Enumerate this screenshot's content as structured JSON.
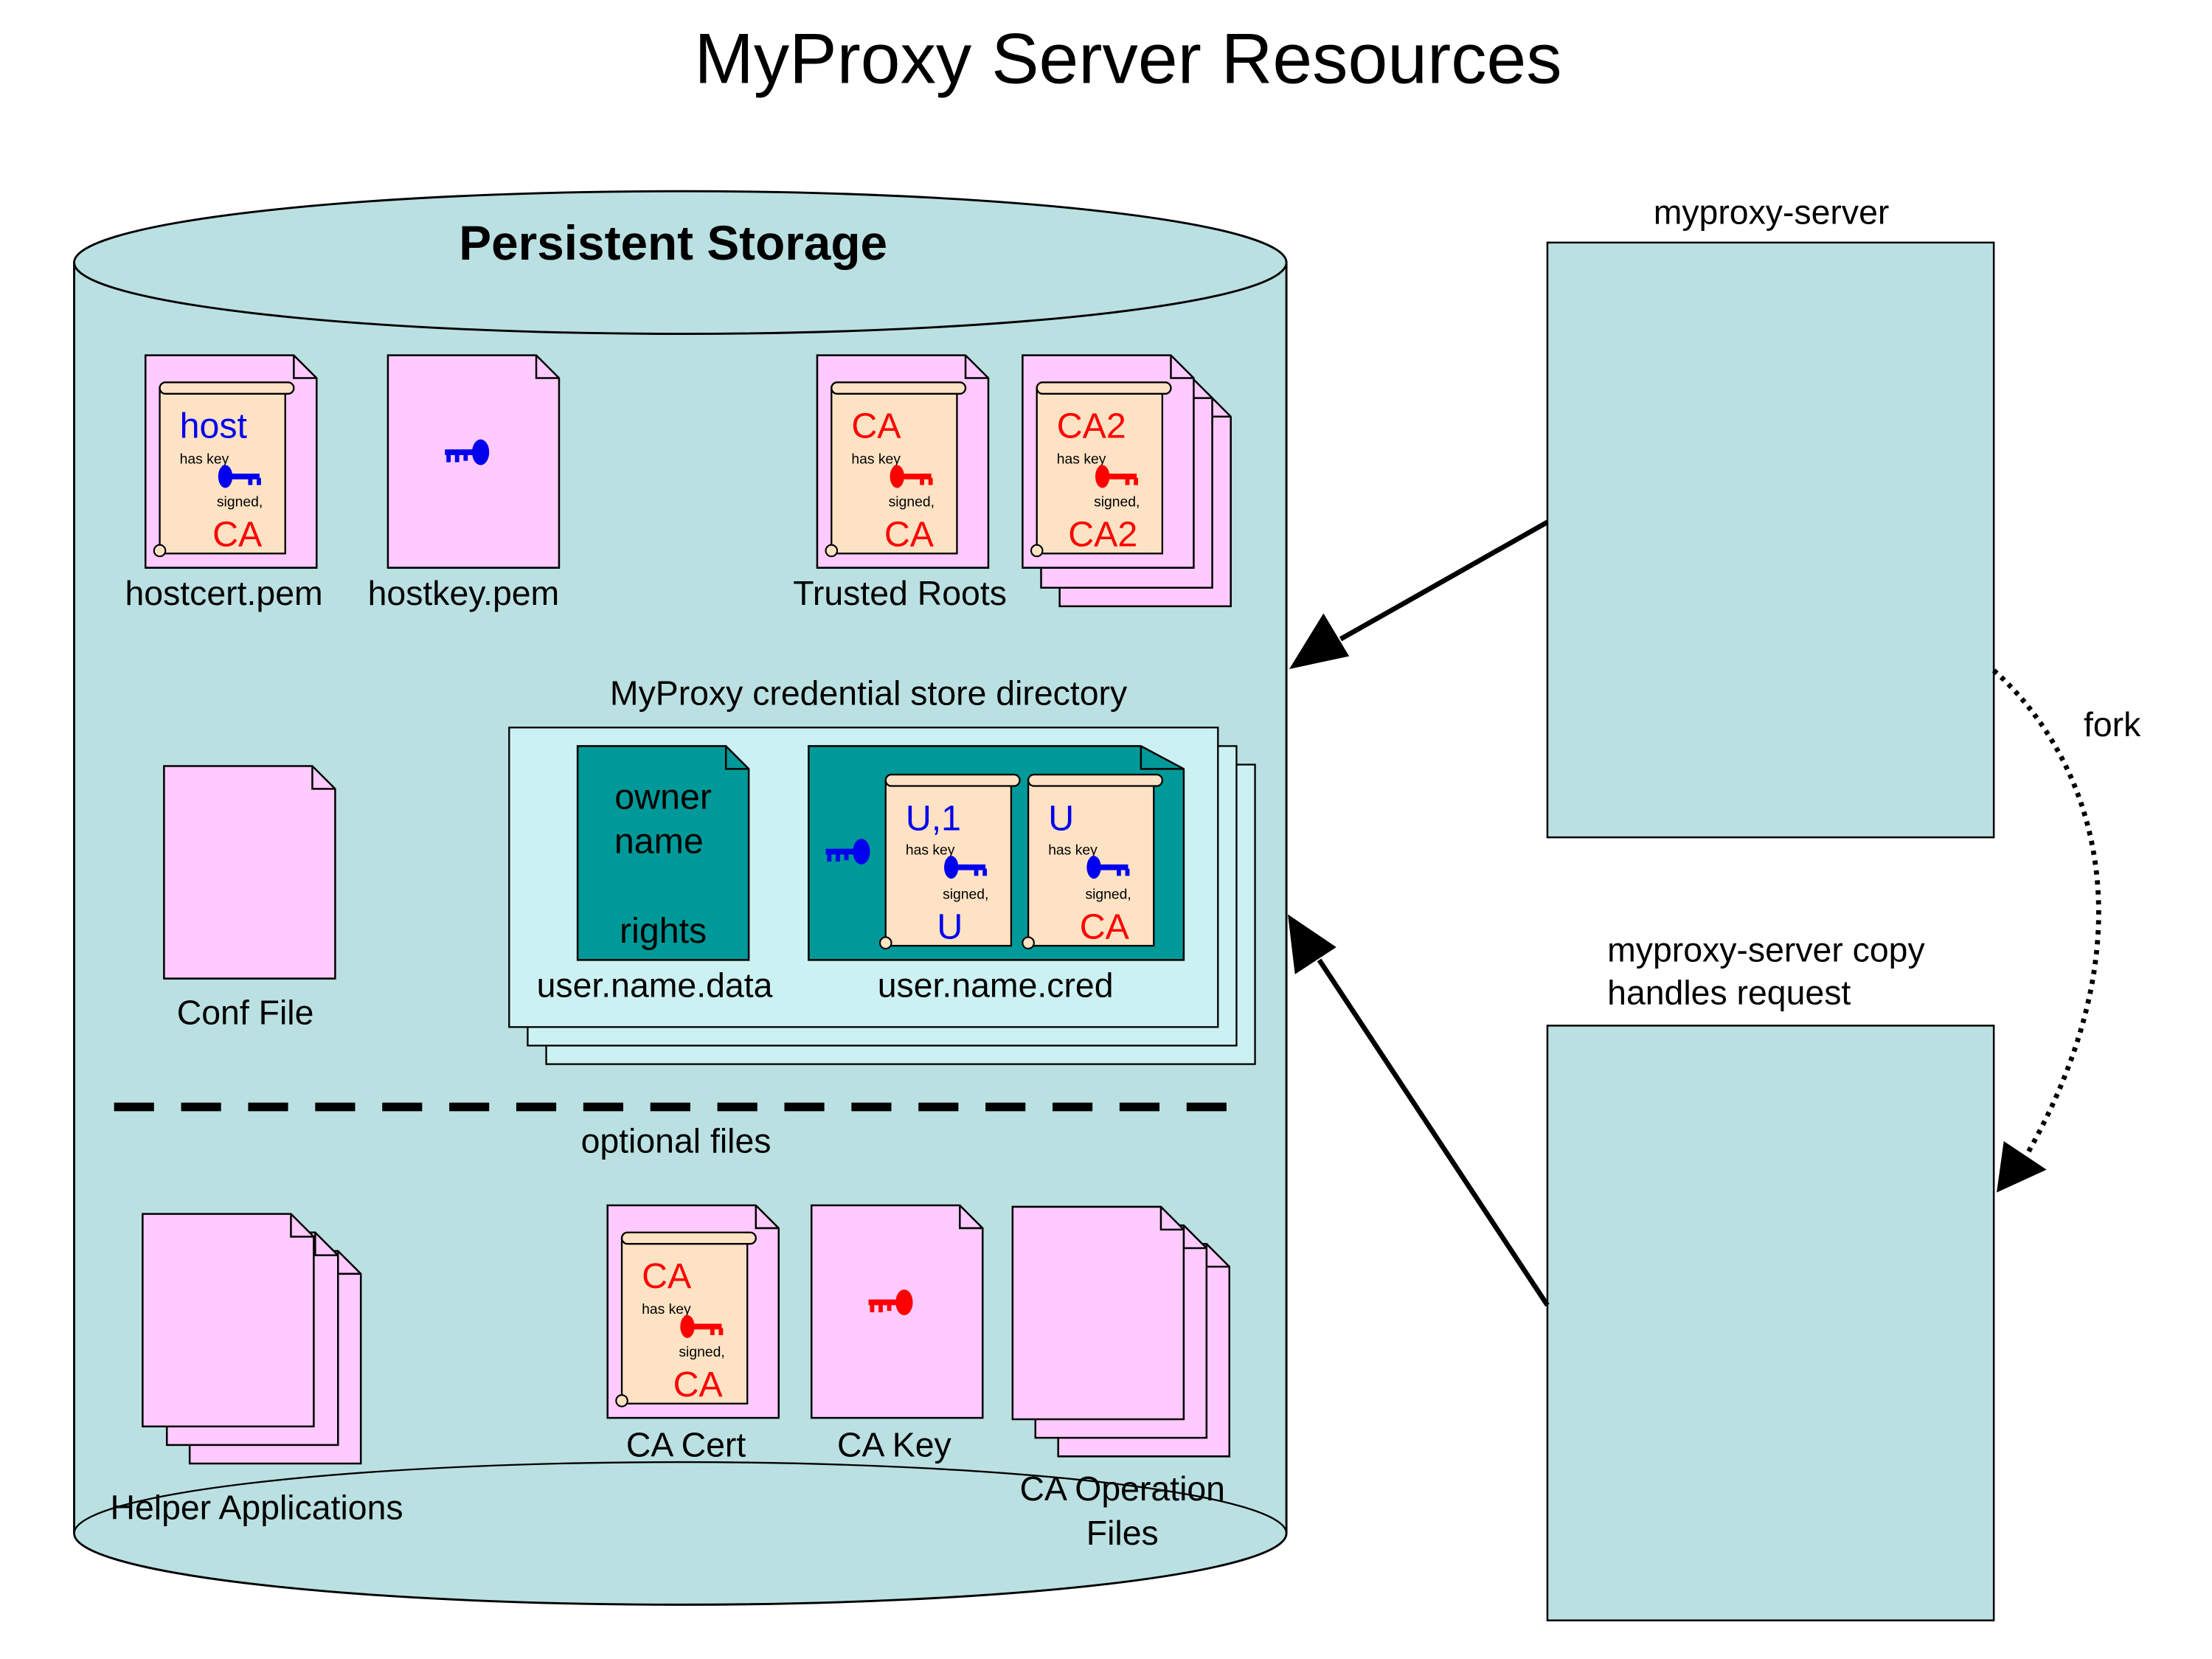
{
  "title": "MyProxy Server Resources",
  "storage": {
    "heading": "Persistent Storage",
    "files": {
      "hostcert": "hostcert.pem",
      "hostkey": "hostkey.pem",
      "trusted_roots": "Trusted Roots",
      "conf_file": "Conf File",
      "helper_apps": "Helper Applications",
      "ca_cert": "CA Cert",
      "ca_key": "CA Key",
      "ca_ops_line1": "CA Operation",
      "ca_ops_line2": "Files"
    },
    "cred_dir": {
      "label": "MyProxy credential store directory",
      "data_file": "user.name.data",
      "cred_file": "user.name.cred",
      "data_text": [
        "owner",
        "name",
        "rights"
      ]
    },
    "optional_label": "optional files"
  },
  "certificates": {
    "has_key": "has key",
    "signed": "signed,",
    "host": {
      "subject": "host",
      "issuer": "CA"
    },
    "ca_root": {
      "subject": "CA",
      "issuer": "CA"
    },
    "ca2_root": {
      "subject": "CA2",
      "issuer": "CA2"
    },
    "proxy": {
      "subject": "U,1",
      "issuer": "U"
    },
    "user": {
      "subject": "U",
      "issuer": "CA"
    },
    "ca_cert": {
      "subject": "CA",
      "issuer": "CA"
    }
  },
  "processes": {
    "server": "myproxy-server",
    "copy_line1": "myproxy-server copy",
    "copy_line2": "handles request",
    "fork": "fork"
  },
  "colors": {
    "storage_fill": "#bae0e2",
    "doc_pink": "#ffcaff",
    "scroll": "#fde2c4",
    "dir_fill": "#ccf1f3",
    "teal": "#009999",
    "blue": "#0000ee",
    "red": "#ff0000"
  }
}
